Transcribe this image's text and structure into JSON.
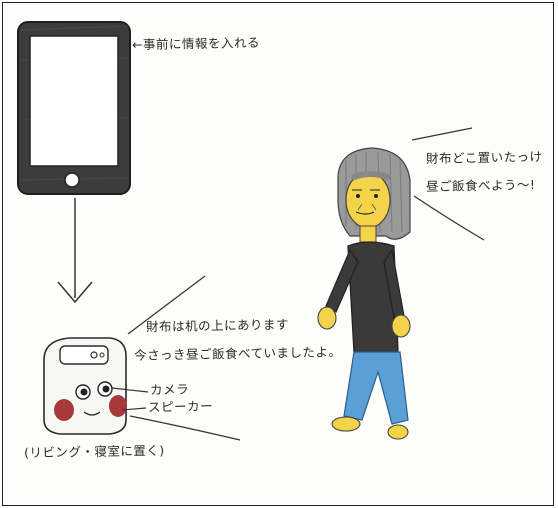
{
  "labels": {
    "phone_note": "←事前に情報を入れる",
    "person_speech_line1": "財布どこ置いたっけ",
    "person_speech_line2": "昼ご飯食べよう〜!",
    "robot_speech_line1": "財布は机の上にあります",
    "robot_speech_line2": "今さっき昼ご飯食べていましたよ。",
    "camera_label": "カメラ",
    "speaker_label": "スピーカー",
    "placement_note": "(リビング・寝室に置く)"
  },
  "colors": {
    "pencil": "#2b2b2b",
    "shirt": "#3a3a3a",
    "pants": "#5a9fd6",
    "skin": "#f2d34a",
    "hair": "#8a8a8a",
    "cheek": "#a8383a"
  },
  "icons": [
    "smartphone-drawing",
    "arrow-down",
    "speaker-robot-drawing",
    "elderly-person-drawing"
  ]
}
